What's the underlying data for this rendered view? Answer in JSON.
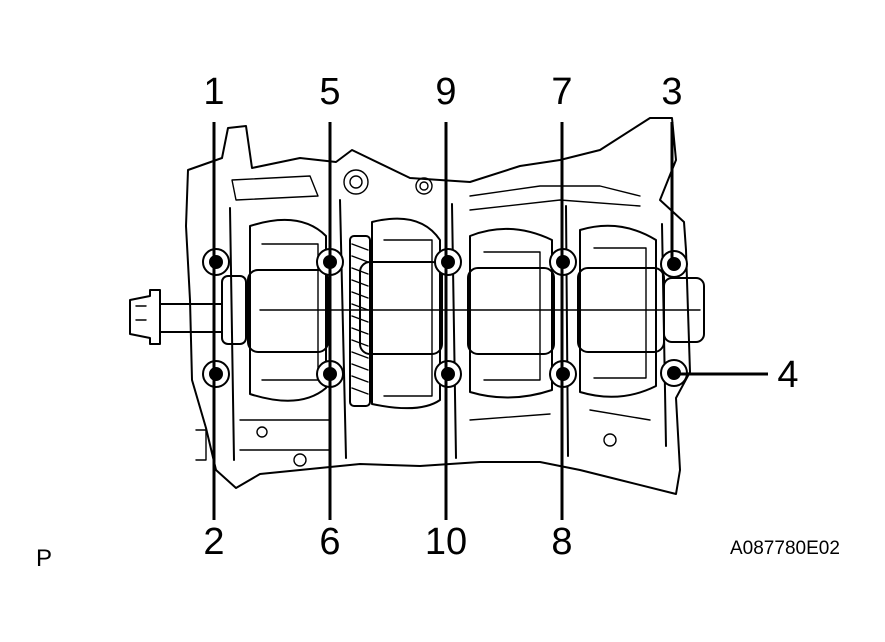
{
  "figure": {
    "view_letter": "P",
    "figure_code": "A087780E02",
    "callouts": {
      "c1": "1",
      "c2": "2",
      "c3": "3",
      "c4": "4",
      "c5": "5",
      "c6": "6",
      "c7": "7",
      "c8": "8",
      "c9": "9",
      "c10": "10"
    }
  }
}
